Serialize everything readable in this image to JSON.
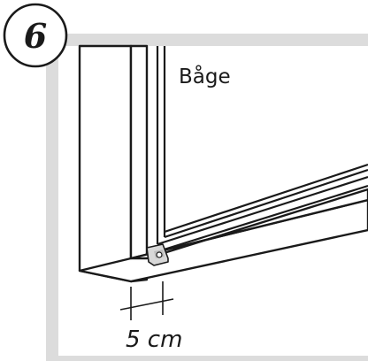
{
  "step": {
    "number": "6"
  },
  "labels": {
    "sash": "Båge"
  },
  "dimension": {
    "text": "5 cm"
  },
  "colors": {
    "frame_bg": "#dcdcdc",
    "line": "#1a1a1a",
    "panel": "#ffffff"
  },
  "icons": {
    "bracket": "mounting-bracket-icon"
  }
}
